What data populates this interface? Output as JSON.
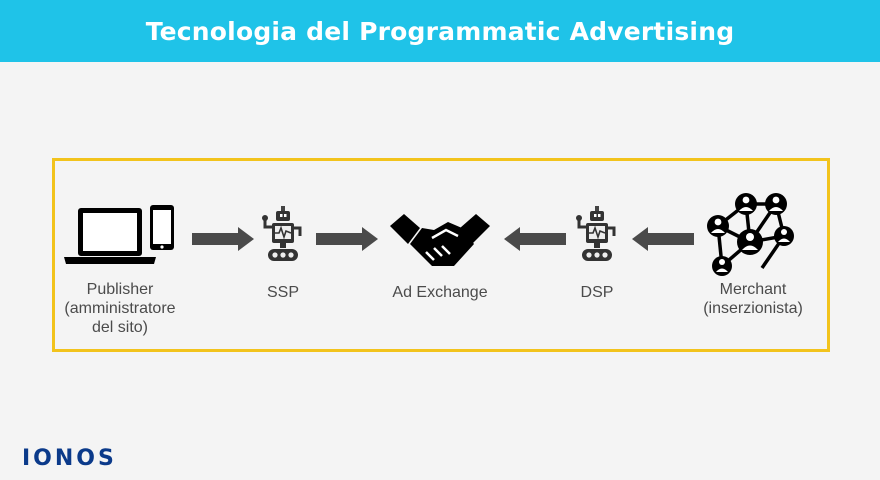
{
  "header": {
    "title": "Tecnologia del Programmatic Advertising"
  },
  "diagram": {
    "nodes": [
      {
        "id": "publisher",
        "icon": "laptop-phone-icon",
        "label_lines": [
          "Publisher",
          "(amministratore",
          "del sito)"
        ]
      },
      {
        "id": "ssp",
        "icon": "robot-icon",
        "label_lines": [
          "SSP"
        ]
      },
      {
        "id": "ad_exchange",
        "icon": "handshake-icon",
        "label_lines": [
          "Ad Exchange"
        ]
      },
      {
        "id": "dsp",
        "icon": "robot-icon",
        "label_lines": [
          "DSP"
        ]
      },
      {
        "id": "merchant",
        "icon": "network-people-icon",
        "label_lines": [
          "Merchant",
          "(inserzionista)"
        ]
      }
    ],
    "edges": [
      {
        "from": "publisher",
        "to": "ssp"
      },
      {
        "from": "ssp",
        "to": "ad_exchange"
      },
      {
        "from": "dsp",
        "to": "ad_exchange"
      },
      {
        "from": "merchant",
        "to": "dsp"
      }
    ]
  },
  "brand": {
    "logo_text": "IONOS"
  },
  "colors": {
    "header": "#1fc3e8",
    "frame": "#f2c31c",
    "arrow": "#4a4a4a",
    "icon": "#000000",
    "label": "#4b4b4b",
    "brand": "#0b3a8a"
  }
}
